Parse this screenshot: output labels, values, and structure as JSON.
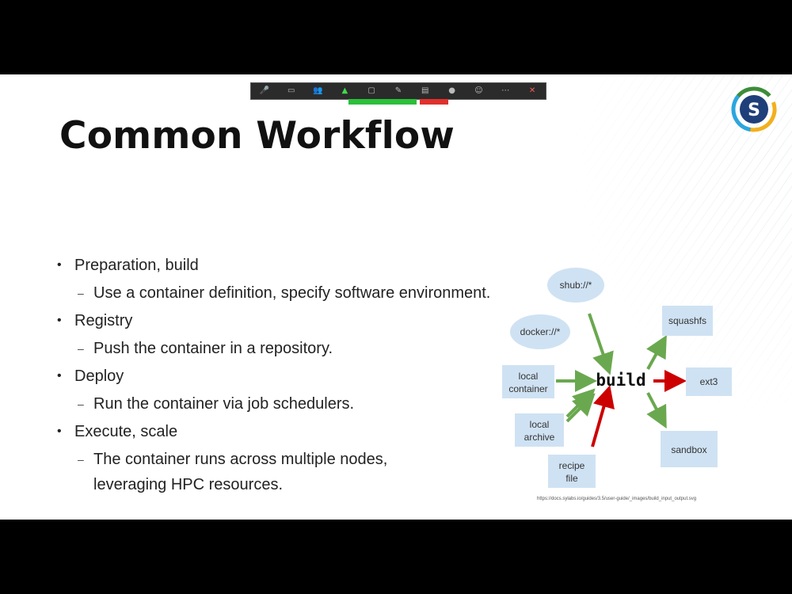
{
  "slide": {
    "title": "Common Workflow",
    "bullets": [
      {
        "label": "Preparation, build",
        "sub": "Use a container definition, specify software environment."
      },
      {
        "label": "Registry",
        "sub": "Push the container in a repository."
      },
      {
        "label": "Deploy",
        "sub": "Run the container via job schedulers."
      },
      {
        "label": "Execute, scale",
        "sub": "The container runs across multiple nodes,\nleveraging HPC resources."
      }
    ],
    "logo_letter": "S"
  },
  "diagram": {
    "center": "build",
    "inputs": [
      "shub://*",
      "docker://*",
      "local container",
      "local archive",
      "recipe file"
    ],
    "outputs": [
      "squashfs",
      "ext3",
      "sandbox"
    ],
    "colors": {
      "green_arrow": "#6aa84f",
      "red_arrow": "#cc0000",
      "node_fill": "#cfe2f3"
    }
  },
  "toolbar": {
    "icons": [
      "microphone-icon",
      "video-icon",
      "participants-icon",
      "share-screen-icon",
      "chat-icon",
      "annotate-icon",
      "whiteboard-icon",
      "record-icon",
      "reactions-icon",
      "more-icon",
      "leave-icon"
    ]
  }
}
